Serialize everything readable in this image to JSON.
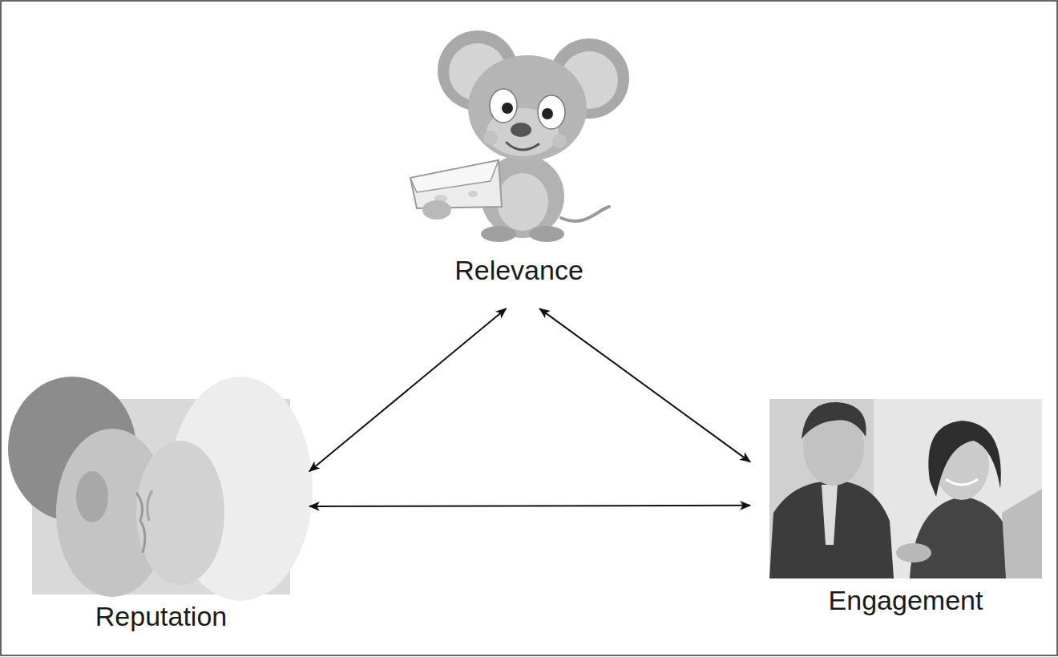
{
  "diagram": {
    "nodes": [
      {
        "text": [
          "Relevance"
        ]
      },
      {
        "text": [
          "Reputation"
        ]
      },
      {
        "text": [
          "Engagement"
        ]
      }
    ],
    "edges": [
      {
        "from": 0,
        "to": 1,
        "arrow": "both"
      },
      {
        "from": 0,
        "to": 2,
        "arrow": "both"
      },
      {
        "from": 1,
        "to": 2,
        "arrow": "both"
      }
    ]
  }
}
